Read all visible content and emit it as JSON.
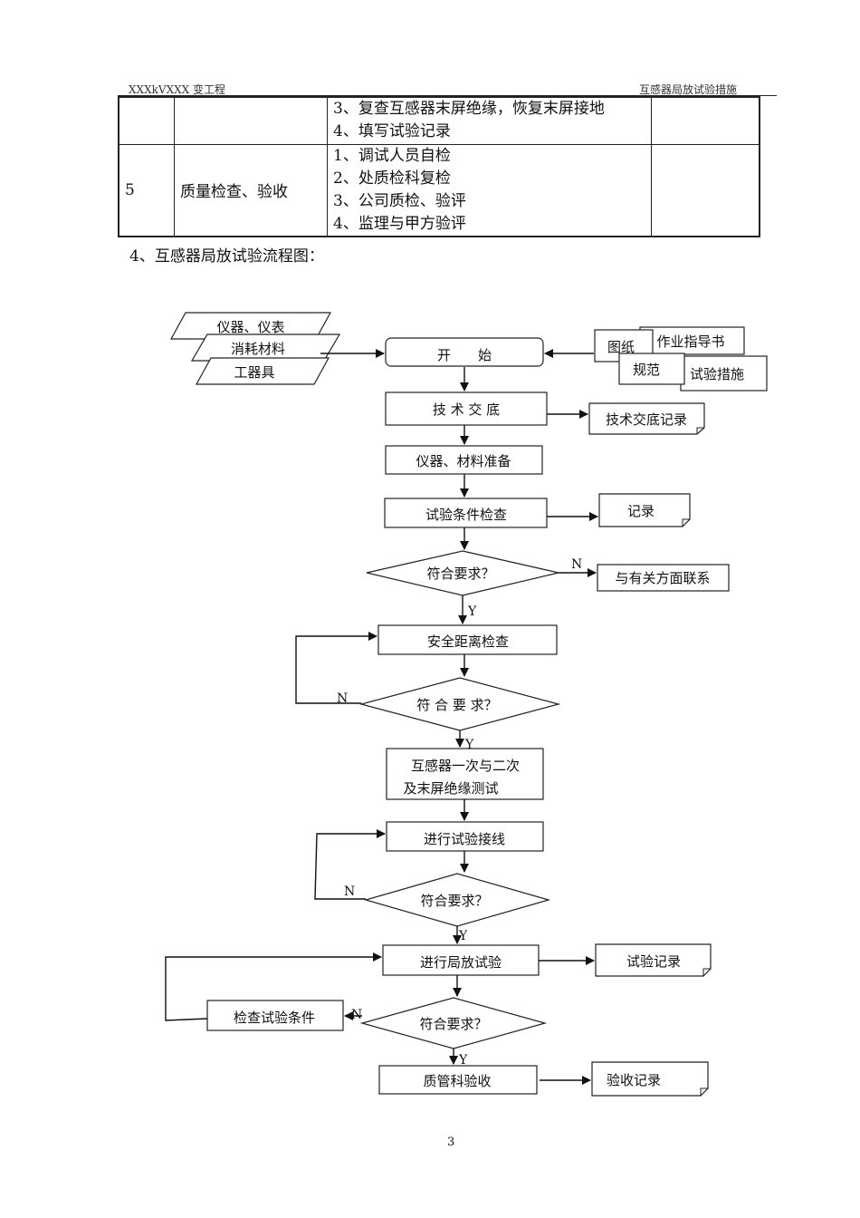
{
  "header": {
    "left": "XXXkVXXX 变工程",
    "right": "互感器局放试验措施"
  },
  "table": {
    "rows": [
      {
        "num": "",
        "name": "",
        "items": [
          "3、复查互感器末屏绝缘，恢复末屏接地",
          "4、填写试验记录"
        ],
        "note": ""
      },
      {
        "num": "5",
        "name": "质量检查、验收",
        "items": [
          "1、调试人员自检",
          "2、处质检科复检",
          "3、公司质检、验评",
          "4、监理与甲方验评"
        ],
        "note": ""
      }
    ]
  },
  "section_title": "4、互感器局放试验流程图：",
  "flow": {
    "inputs_left": [
      "仪器、仪表",
      "消耗材料",
      "工器具"
    ],
    "inputs_right": [
      "图纸",
      "作业指导书",
      "规范",
      "试验措施"
    ],
    "start": "开　　始",
    "disclosure": "技 术 交 底",
    "disclosure_record": "技术交底记录",
    "prepare": "仪器、材料准备",
    "condition_check": "试验条件检查",
    "record": "记录",
    "decision_1": "符合要求？",
    "contact": "与有关方面联系",
    "safety_check": "安全距离检查",
    "decision_2": "符 合 要 求？",
    "insulation_test_line1": "互感器一次与二次",
    "insulation_test_line2": "及末屏绝缘测试",
    "wiring": "进行试验接线",
    "decision_3": "符合要求？",
    "pd_test": "进行局放试验",
    "test_record": "试验记录",
    "check_conditions": "检查试验条件",
    "decision_4": "符合要求？",
    "acceptance": "质管科验收",
    "acceptance_record": "验收记录",
    "yes": "Y",
    "no": "N"
  },
  "page_number": "3"
}
